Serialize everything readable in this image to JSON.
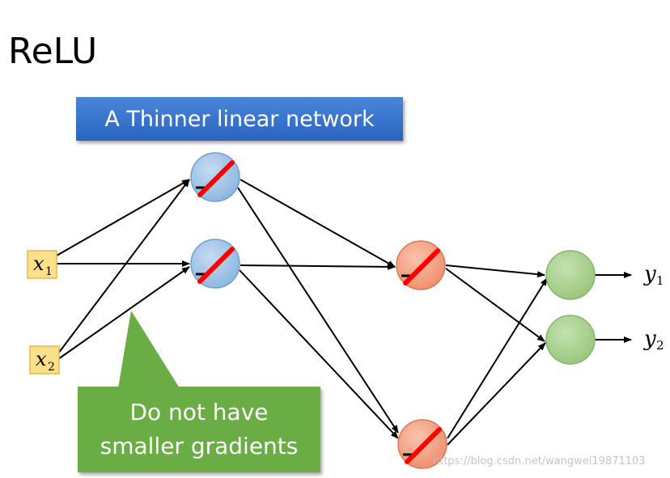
{
  "slide": {
    "title": "ReLU"
  },
  "banner": {
    "text": "A Thinner linear network",
    "color": "#3a76d0"
  },
  "callout": {
    "line1": "Do not have",
    "line2": "smaller gradients",
    "color": "#6aad45"
  },
  "inputs": [
    {
      "var": "x",
      "sub": "1"
    },
    {
      "var": "x",
      "sub": "2"
    }
  ],
  "outputs": [
    {
      "var": "y",
      "sub": "1"
    },
    {
      "var": "y",
      "sub": "2"
    }
  ],
  "colors": {
    "input_fill": "#fde08a",
    "input_stroke": "#e7b84a",
    "hidden1_fill": "#9dc3e6",
    "hidden2_fill": "#f4a080",
    "output_fill": "#a9d18e",
    "relu_strike": "#ff0000"
  },
  "watermark": "https://blog.csdn.net/wangwei19871103"
}
